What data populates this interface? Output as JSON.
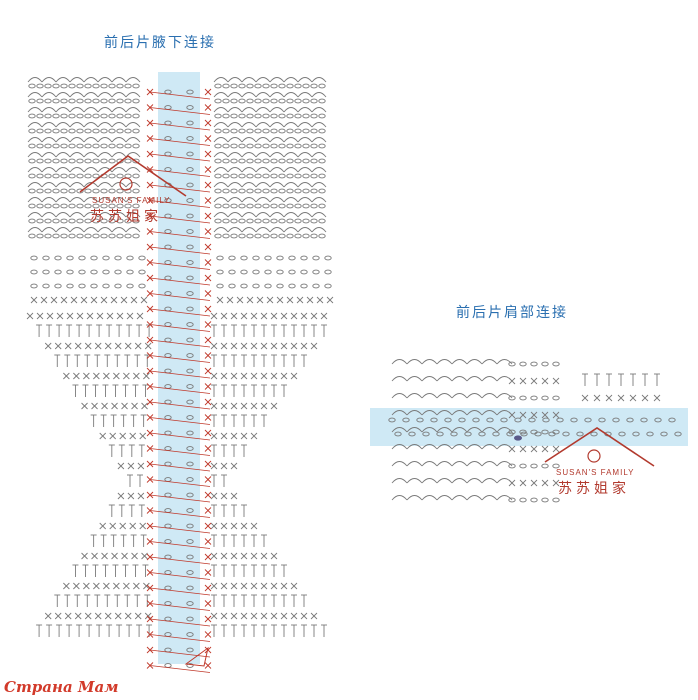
{
  "titles": {
    "underarm": "前后片腋下连接",
    "shoulder": "前后片肩部连接"
  },
  "watermark": {
    "brand_latin": "SUSAN'S FAMILY",
    "brand_cjk": "苏苏姐家"
  },
  "site_logo": "Страна Мам",
  "colors": {
    "highlight_band": "#cfe9f5",
    "connection_stitch": "#c0392b",
    "chart_stitch": "#7a7a7a",
    "title_blue": "#2a6fb0"
  },
  "icons": [
    "yarn-ball-icon",
    "triangle-arrow-icon"
  ]
}
